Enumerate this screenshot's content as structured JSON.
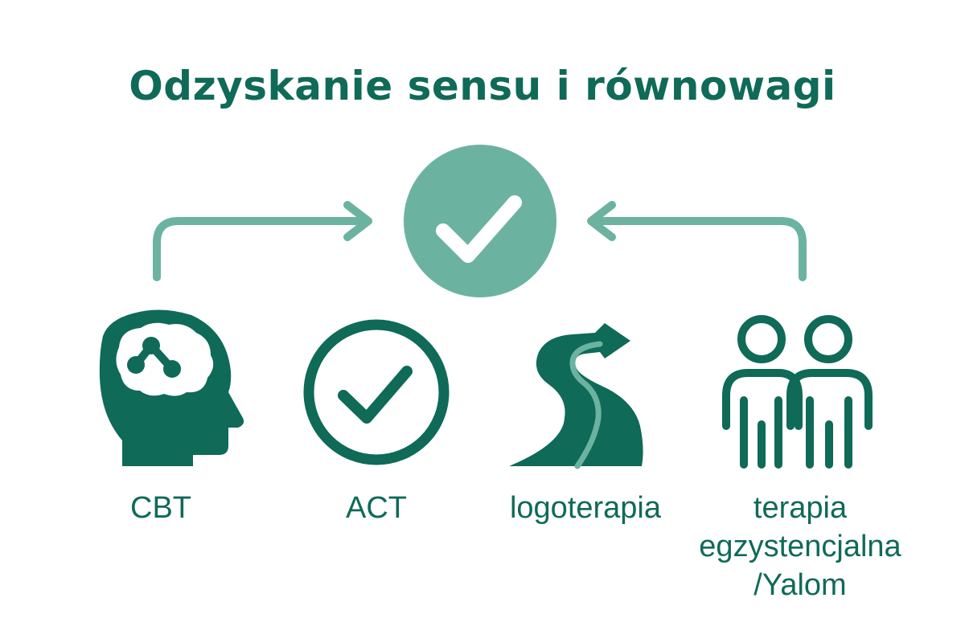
{
  "title": "Odzyskanie sensu i równowagi",
  "colors": {
    "primary": "#0f6a58",
    "accent": "#6bb3a0",
    "background": "#ffffff"
  },
  "goal": {
    "icon": "check-circle-icon"
  },
  "approaches": [
    {
      "label": "CBT",
      "icon": "brain-head-icon"
    },
    {
      "label": "ACT",
      "icon": "check-circle-outline-icon"
    },
    {
      "label": "logoterapia",
      "icon": "winding-road-arrow-icon"
    },
    {
      "label_lines": [
        "terapia",
        "egzystencjalna",
        "/Yalom"
      ],
      "icon": "two-people-icon"
    }
  ]
}
